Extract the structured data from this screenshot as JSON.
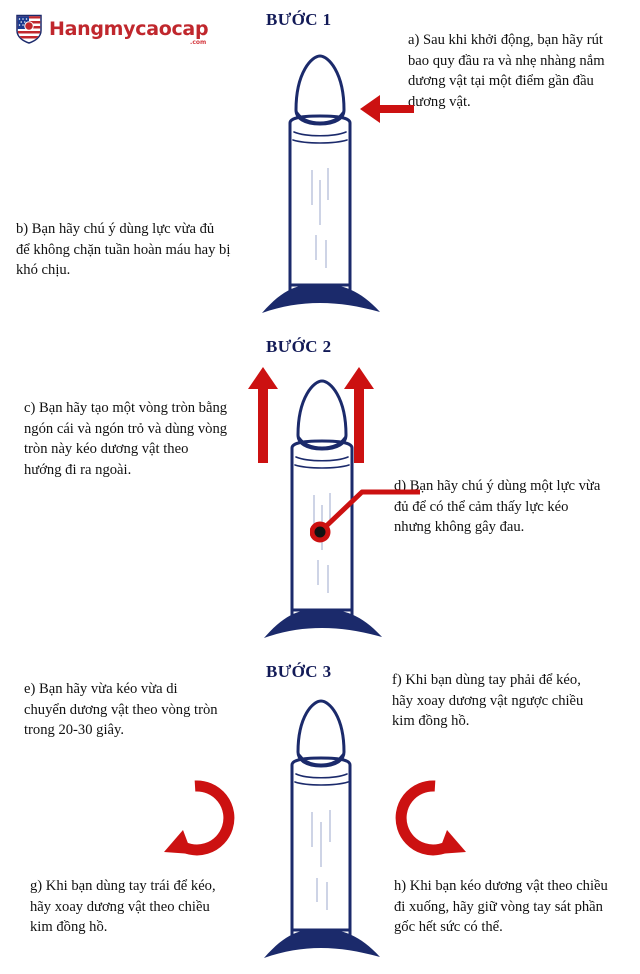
{
  "brand": {
    "name": "Hangmycaocap",
    "tld": ".com",
    "logo_icon": "shield-flag-icon",
    "color_red": "#c0272d",
    "color_navy": "#121a57"
  },
  "colors": {
    "ink_navy": "#1b2a6b",
    "annotation_red": "#cc1111",
    "heading_navy": "#121a57",
    "body_text": "#111111",
    "background": "#ffffff"
  },
  "steps": [
    {
      "id": "step-1",
      "title": "BƯỚC 1",
      "illustration": "penis-line-drawing",
      "annotations": [
        {
          "name": "left-pointing-arrow",
          "type": "arrow",
          "direction": "left",
          "color": "#cc1111"
        }
      ],
      "captions": [
        {
          "key": "a",
          "text": "a) Sau khi khởi động, bạn hãy rút bao quy đầu ra và nhẹ nhàng nắm dương vật tại một điểm gần đầu dương vật."
        },
        {
          "key": "b",
          "text": "b) Bạn hãy chú ý dùng lực vừa đủ để không chặn tuần hoàn máu hay bị khó chịu."
        }
      ]
    },
    {
      "id": "step-2",
      "title": "BƯỚC 2",
      "illustration": "penis-line-drawing",
      "annotations": [
        {
          "name": "up-arrow-left",
          "type": "arrow",
          "direction": "up",
          "color": "#cc1111"
        },
        {
          "name": "up-arrow-right",
          "type": "arrow",
          "direction": "up",
          "color": "#cc1111"
        },
        {
          "name": "leader-line-with-dot",
          "type": "callout",
          "color": "#cc1111"
        }
      ],
      "captions": [
        {
          "key": "c",
          "text": "c) Bạn hãy tạo một vòng tròn bằng ngón cái và ngón trỏ và dùng vòng tròn này kéo dương vật theo hướng đi ra ngoài."
        },
        {
          "key": "d",
          "text": "d) Bạn hãy chú ý dùng một lực vừa đủ để có thể cảm thấy lực kéo nhưng không gây đau."
        }
      ]
    },
    {
      "id": "step-3",
      "title": "BƯỚC 3",
      "illustration": "penis-line-drawing",
      "annotations": [
        {
          "name": "rotate-counterclockwise-arrow",
          "type": "circular-arrow",
          "direction": "counterclockwise",
          "color": "#cc1111"
        },
        {
          "name": "rotate-clockwise-arrow",
          "type": "circular-arrow",
          "direction": "clockwise",
          "color": "#cc1111"
        }
      ],
      "captions": [
        {
          "key": "e",
          "text": "e) Bạn hãy vừa kéo vừa di chuyển dương vật theo vòng tròn trong 20-30 giây."
        },
        {
          "key": "f",
          "text": "f) Khi bạn dùng tay phải để kéo, hãy xoay dương vật ngược chiều kim đồng hồ."
        },
        {
          "key": "g",
          "text": "g) Khi bạn dùng tay trái để kéo, hãy xoay dương vật theo chiều kim đồng hồ."
        },
        {
          "key": "h",
          "text": "h) Khi bạn kéo dương vật theo chiều đi xuống, hãy giữ vòng tay sát phần gốc hết sức có thể."
        }
      ]
    }
  ]
}
